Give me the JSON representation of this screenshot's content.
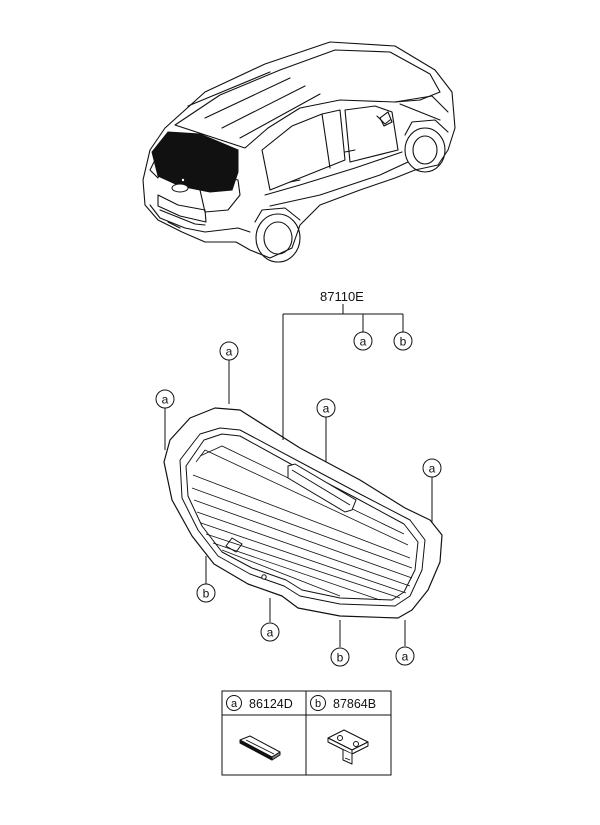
{
  "diagram": {
    "part_number_main": "87110E",
    "callout_letter_a": "a",
    "callout_letter_b": "b",
    "legend": [
      {
        "letter": "a",
        "part_number": "86124D",
        "icon": "molding-strip-icon"
      },
      {
        "letter": "b",
        "part_number": "87864B",
        "icon": "clip-fastener-icon"
      }
    ]
  }
}
